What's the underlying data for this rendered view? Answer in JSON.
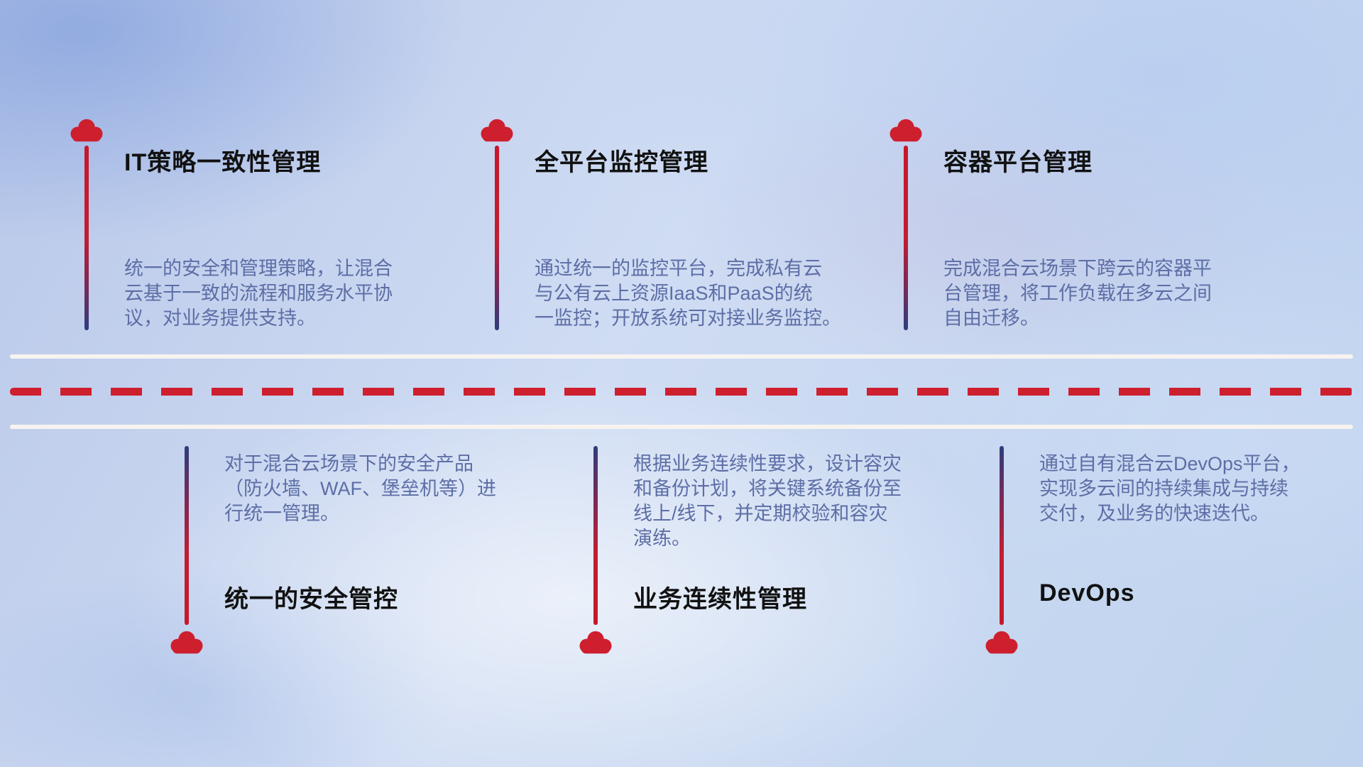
{
  "colors": {
    "accent_red": "#ce1f2e",
    "rail_navy": "#2e3d7c",
    "description_text": "#5d6ea6",
    "title_text": "#111111",
    "divider_white": "#f7f3ef"
  },
  "top_items": [
    {
      "title": "IT策略一致性管理",
      "desc": "统一的安全和管理策略，让混合\n云基于一致的流程和服务水平协\n议，对业务提供支持。"
    },
    {
      "title": "全平台监控管理",
      "desc": "通过统一的监控平台，完成私有云\n与公有云上资源IaaS和PaaS的统\n一监控；开放系统可对接业务监控。"
    },
    {
      "title": "容器平台管理",
      "desc": "完成混合云场景下跨云的容器平\n台管理，将工作负载在多云之间\n自由迁移。"
    }
  ],
  "bottom_items": [
    {
      "title": "统一的安全管控",
      "desc": "对于混合云场景下的安全产品\n（防火墙、WAF、堡垒机等）进\n行统一管理。"
    },
    {
      "title": "业务连续性管理",
      "desc": "根据业务连续性要求，设计容灾\n和备份计划，将关键系统备份至\n线上/线下，并定期校验和容灾\n演练。"
    },
    {
      "title": "DevOps",
      "desc": "通过自有混合云DevOps平台，\n实现多云间的持续集成与持续\n交付，及业务的快速迭代。"
    }
  ]
}
